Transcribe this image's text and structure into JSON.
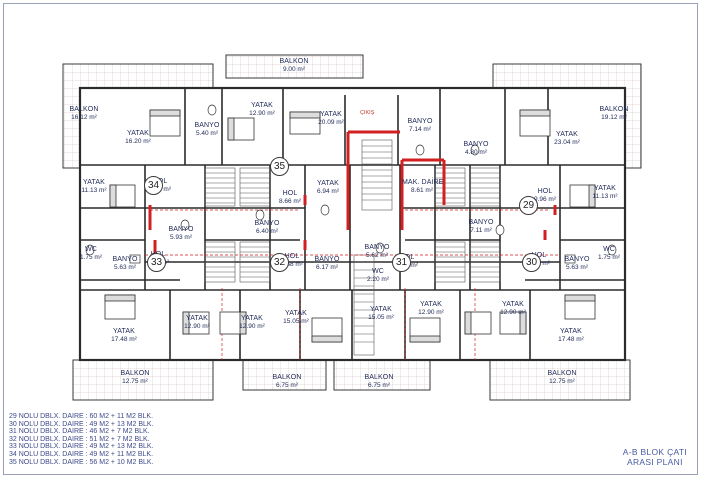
{
  "rooms": [
    {
      "id": "balkon-top",
      "label": "BALKON",
      "area": "9.00 m²"
    },
    {
      "id": "balkon-tl",
      "label": "BALKON",
      "area": "16.12 m²"
    },
    {
      "id": "balkon-tr",
      "label": "BALKON",
      "area": "19.12 m²"
    },
    {
      "id": "yatak-tl",
      "label": "YATAK",
      "area": "16.20 m²"
    },
    {
      "id": "banyo-tl",
      "label": "BANYO",
      "area": "5.40 m²"
    },
    {
      "id": "yatak-t2",
      "label": "YATAK",
      "area": "12.90 m²"
    },
    {
      "id": "yatak-t3",
      "label": "YATAK",
      "area": "20.09 m²"
    },
    {
      "id": "banyo-t4",
      "label": "BANYO",
      "area": "7.14 m²"
    },
    {
      "id": "banyo-t5",
      "label": "BANYO",
      "area": "4.80 m²"
    },
    {
      "id": "yatak-tr",
      "label": "YATAK",
      "area": "23.04 m²"
    },
    {
      "id": "yatak-lm",
      "label": "YATAK",
      "area": "11.13 m²"
    },
    {
      "id": "hol-34",
      "label": "HOL",
      "area": "7.92 m²"
    },
    {
      "id": "hol-35",
      "label": "HOL",
      "area": "8.66 m²"
    },
    {
      "id": "yatak-c",
      "label": "YATAK",
      "area": "6.94 m²"
    },
    {
      "id": "mak-daire",
      "label": "MAK. DAİRE",
      "area": "8.61 m²"
    },
    {
      "id": "hol-29",
      "label": "HOL",
      "area": "9.96 m²"
    },
    {
      "id": "yatak-rm",
      "label": "YATAK",
      "area": "11.13 m²"
    },
    {
      "id": "banyo-l1",
      "label": "BANYO",
      "area": "5.93 m²"
    },
    {
      "id": "banyo-l2",
      "label": "BANYO",
      "area": "6.40 m²"
    },
    {
      "id": "banyo-r1",
      "label": "BANYO",
      "area": "7.11 m²"
    },
    {
      "id": "wc-l",
      "label": "WC",
      "area": "1.75 m²"
    },
    {
      "id": "banyo-l3",
      "label": "BANYO",
      "area": "5.63 m²"
    },
    {
      "id": "hol-33",
      "label": "HOL",
      "area": "8.69 m²"
    },
    {
      "id": "hol-32",
      "label": "HOL",
      "area": "8.58 m²"
    },
    {
      "id": "banyo-c1",
      "label": "BANYO",
      "area": "6.17 m²"
    },
    {
      "id": "banyo-c2",
      "label": "BANYO",
      "area": "5.62 m²"
    },
    {
      "id": "wc-c",
      "label": "WC",
      "area": "2.20 m²"
    },
    {
      "id": "hol-31",
      "label": "HOL",
      "area": "9.48 m²"
    },
    {
      "id": "hol-30",
      "label": "HOL",
      "area": "8.69 m²"
    },
    {
      "id": "banyo-r3",
      "label": "BANYO",
      "area": "5.63 m²"
    },
    {
      "id": "wc-r",
      "label": "WC",
      "area": "1.75 m²"
    },
    {
      "id": "yatak-bl",
      "label": "YATAK",
      "area": "17.48 m²"
    },
    {
      "id": "yatak-b2",
      "label": "YATAK",
      "area": "12.90 m²"
    },
    {
      "id": "yatak-b3",
      "label": "YATAK",
      "area": "12.90 m²"
    },
    {
      "id": "yatak-b4",
      "label": "YATAK",
      "area": "15.05 m²"
    },
    {
      "id": "yatak-b5",
      "label": "YATAK",
      "area": "15.05 m²"
    },
    {
      "id": "yatak-b6",
      "label": "YATAK",
      "area": "12.90 m²"
    },
    {
      "id": "yatak-b7",
      "label": "YATAK",
      "area": "12.90 m²"
    },
    {
      "id": "yatak-br",
      "label": "YATAK",
      "area": "17.48 m²"
    },
    {
      "id": "balkon-bl",
      "label": "BALKON",
      "area": "12.75 m²"
    },
    {
      "id": "balkon-b2",
      "label": "BALKON",
      "area": "6.75 m²"
    },
    {
      "id": "balkon-b3",
      "label": "BALKON",
      "area": "6.75 m²"
    },
    {
      "id": "balkon-br",
      "label": "BALKON",
      "area": "12.75 m²"
    }
  ],
  "units": [
    "34",
    "35",
    "29",
    "33",
    "32",
    "31",
    "30"
  ],
  "annotation": "ÇIKIŞ",
  "legend": [
    "29 NOLU DBLX. DAIRE : 60 M2 + 11 M2 BLK.",
    "30 NOLU DBLX. DAIRE : 49 M2 + 13 M2 BLK.",
    "31 NOLU DBLX. DAIRE : 46 M2 + 7 M2 BLK.",
    "32 NOLU DBLX. DAIRE : 51 M2 + 7 M2 BLK.",
    "33 NOLU DBLX. DAIRE : 49 M2 + 13 M2 BLK.",
    "34 NOLU DBLX. DAIRE : 49 M2 + 11 M2 BLK.",
    "35 NOLU DBLX. DAIRE : 56 M2 + 10 M2 BLK."
  ],
  "title": {
    "line1": "A-B BLOK ÇATI",
    "line2": "ARASI PLANI"
  },
  "colors": {
    "wall": "#2b2b2b",
    "accent": "#d21f1f",
    "text": "#222c5a",
    "legend": "#3d4a8a"
  }
}
